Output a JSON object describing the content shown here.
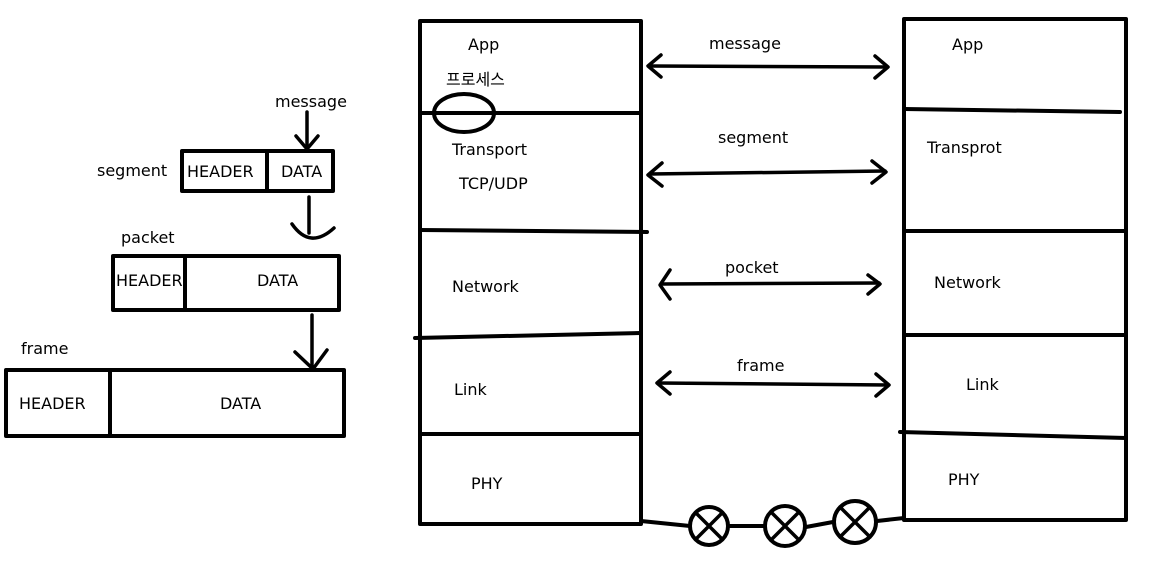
{
  "encapsulation": {
    "message_label": "message",
    "segment": {
      "name": "segment",
      "header": "HEADER",
      "data": "DATA"
    },
    "packet": {
      "name": "packet",
      "header": "HEADER",
      "data": "DATA"
    },
    "frame": {
      "name": "frame",
      "header": "HEADER",
      "data": "DATA"
    }
  },
  "left_stack": {
    "layers": [
      {
        "name": "App",
        "extra": "프로세스"
      },
      {
        "name": "Transport",
        "extra": "TCP/UDP"
      },
      {
        "name": "Network"
      },
      {
        "name": "Link"
      },
      {
        "name": "PHY"
      }
    ]
  },
  "right_stack": {
    "layers": [
      {
        "name": "App"
      },
      {
        "name": "Transprot"
      },
      {
        "name": "Network"
      },
      {
        "name": "Link"
      },
      {
        "name": "PHY"
      }
    ]
  },
  "peer_links": [
    {
      "label": "message"
    },
    {
      "label": "segment"
    },
    {
      "label": "pocket"
    },
    {
      "label": "frame"
    }
  ]
}
